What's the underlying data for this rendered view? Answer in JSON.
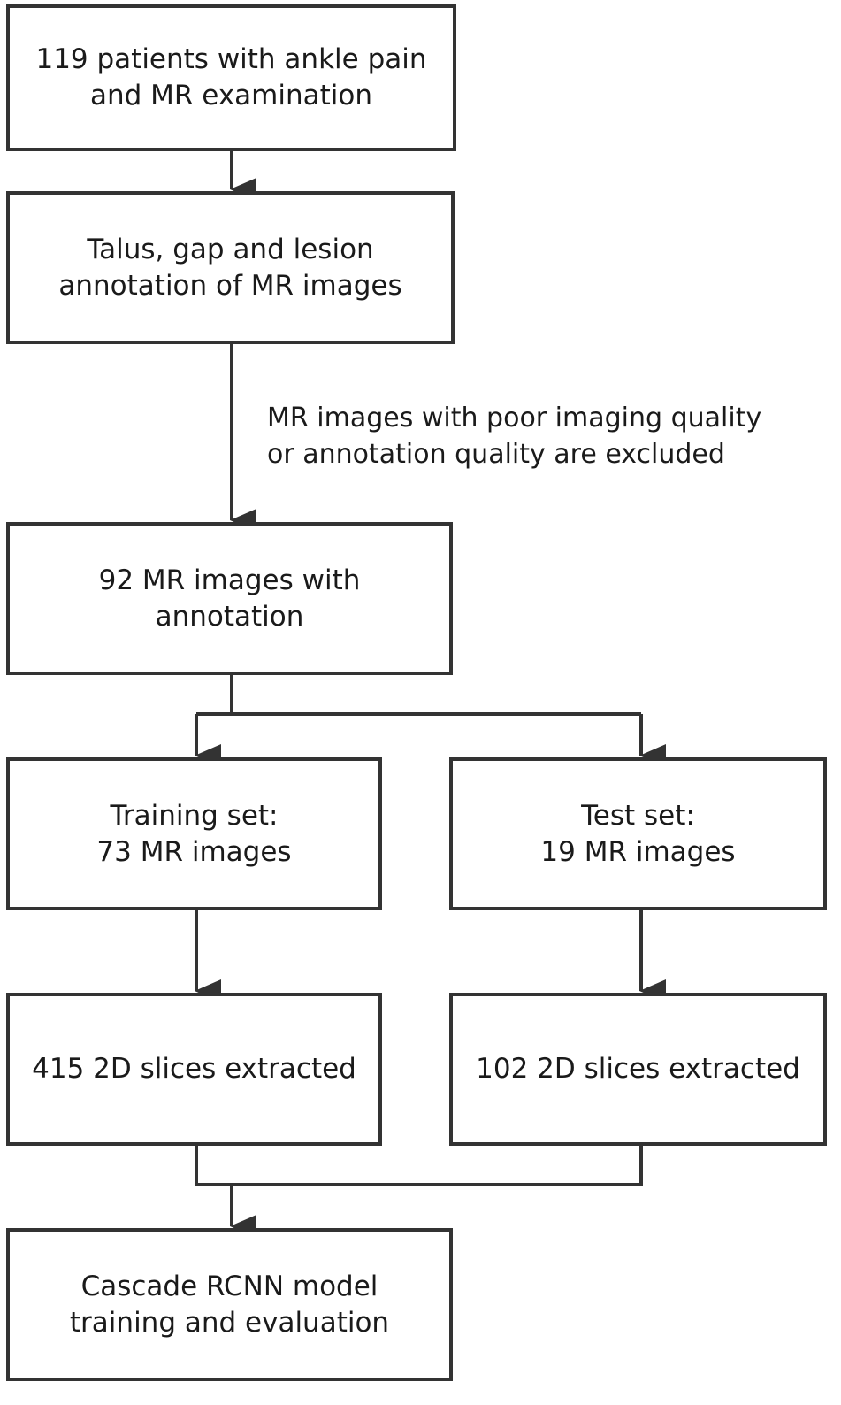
{
  "diagram": {
    "colors": {
      "stroke": "#333333",
      "text": "#1a1a1a",
      "background": "#ffffff"
    },
    "nodes": {
      "patients": {
        "lines": [
          "119 patients with ankle pain",
          "and MR examination"
        ]
      },
      "annotation": {
        "lines": [
          "Talus, gap and lesion",
          "annotation of MR images"
        ]
      },
      "annotated_images": {
        "lines": [
          "92 MR images with",
          "annotation"
        ]
      },
      "training_set": {
        "lines": [
          "Training set:",
          "73 MR images"
        ]
      },
      "test_set": {
        "lines": [
          "Test set:",
          "19 MR images"
        ]
      },
      "training_slices": {
        "lines": [
          "415 2D slices extracted"
        ]
      },
      "test_slices": {
        "lines": [
          "102 2D slices extracted"
        ]
      },
      "model": {
        "lines": [
          "Cascade RCNN model",
          "training and evaluation"
        ]
      }
    },
    "exclusion_note": {
      "lines": [
        "MR images with poor imaging quality",
        "or annotation quality are excluded"
      ]
    }
  }
}
